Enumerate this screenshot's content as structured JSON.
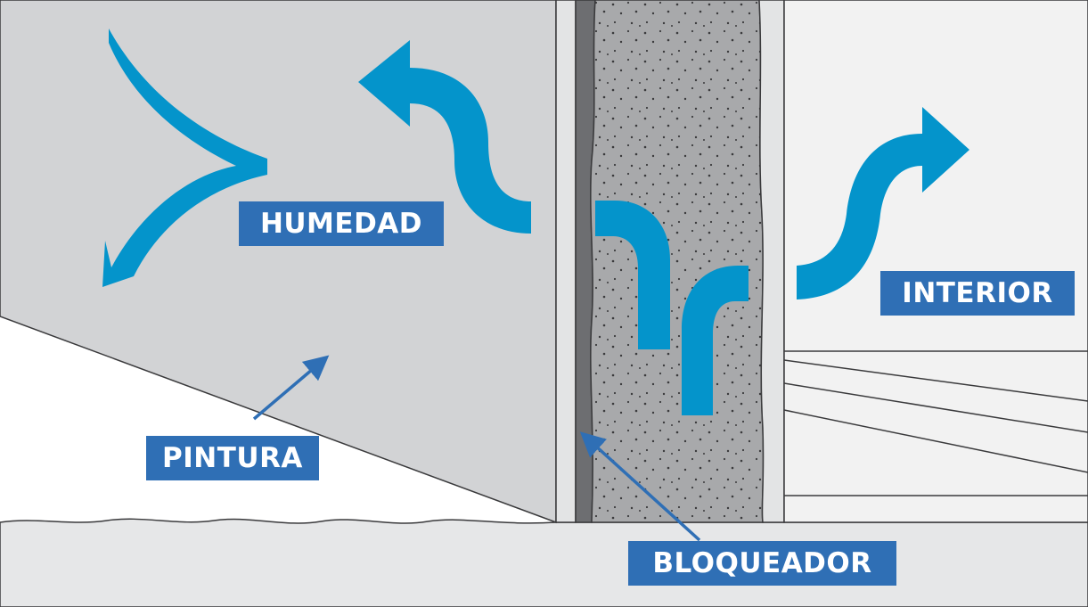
{
  "labels": {
    "humedad": "HUMEDAD",
    "interior": "INTERIOR",
    "pintura": "PINTURA",
    "bloqueador": "BLOQUEADOR"
  },
  "colors": {
    "label_background": "#2f6fb5",
    "moisture_arrow": "#0494cb",
    "pointer_arrow": "#2f6fb5",
    "exterior_wall": "#d2d3d5",
    "concrete_block": "#a8a9ab",
    "floor": "#e6e7e8",
    "interior_room": "#f2f2f2",
    "outline": "#3a3a3c"
  },
  "icons": [
    "moisture-arrow-icon",
    "pointer-arrow-icon"
  ]
}
